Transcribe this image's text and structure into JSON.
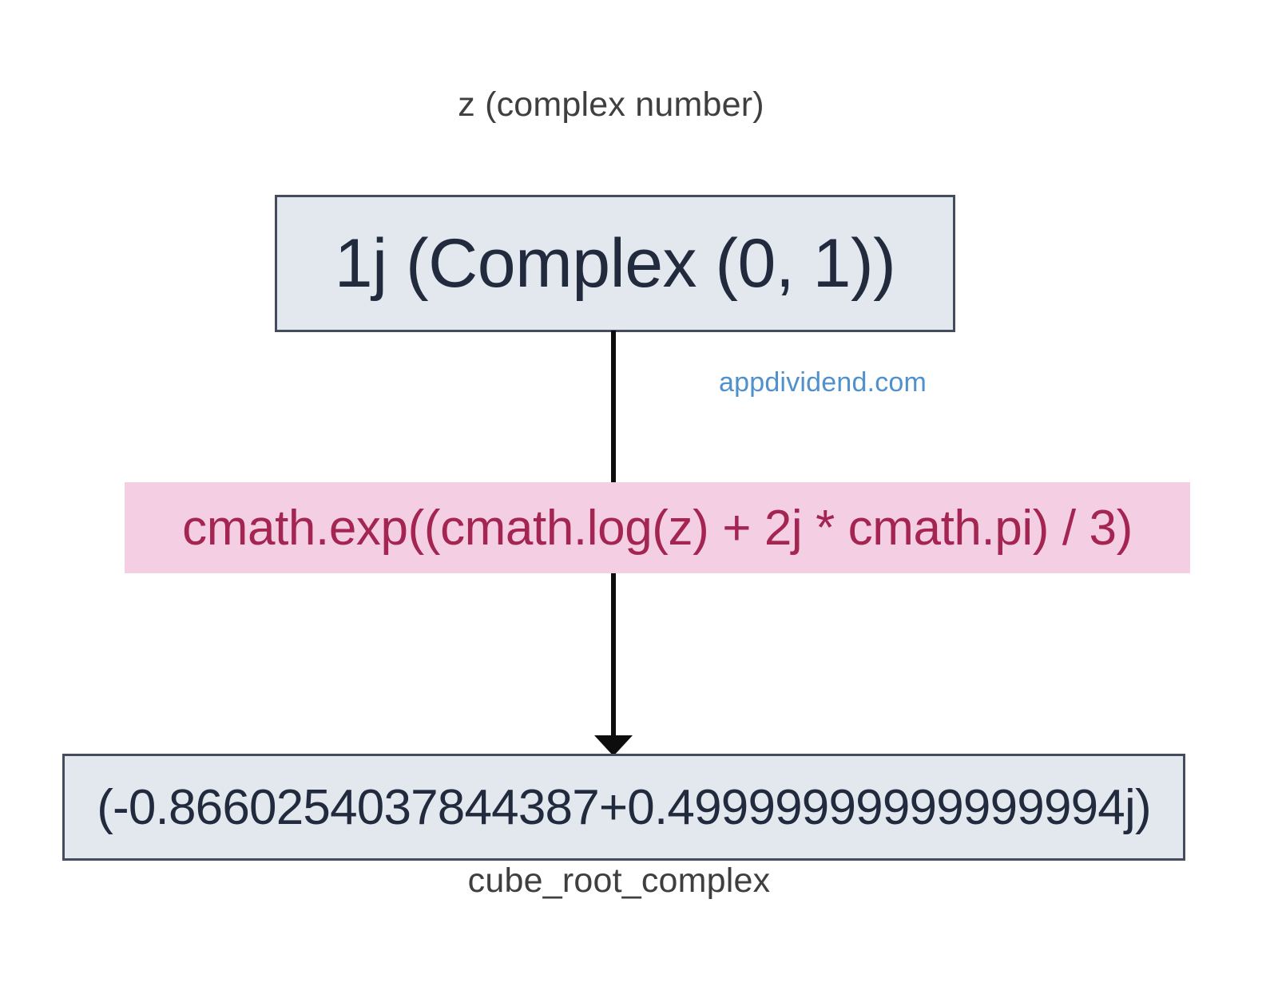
{
  "diagram": {
    "title_label": "z (complex number)",
    "bottom_label": "cube_root_complex",
    "watermark": "appdividend.com",
    "nodes": {
      "input": {
        "text": "1j (Complex (0, 1))",
        "fill": "#e2e8ee",
        "border": "#444c5e",
        "text_color": "#212b3d"
      },
      "operation": {
        "text": "cmath.exp((cmath.log(z) + 2j * cmath.pi) / 3)",
        "fill": "#f4cfe3",
        "text_color": "#a52552"
      },
      "result": {
        "text": "(-0.8660254037844387+0.49999999999999994j)",
        "fill": "#e2e8ee",
        "border": "#444c5e",
        "text_color": "#212b3d"
      }
    },
    "connector": {
      "color": "#0d0d0d",
      "style": "vertical-line-with-down-arrow"
    },
    "background": "#ffffff",
    "label_color": "#3f3f3f",
    "watermark_color": "#4f90cd"
  }
}
